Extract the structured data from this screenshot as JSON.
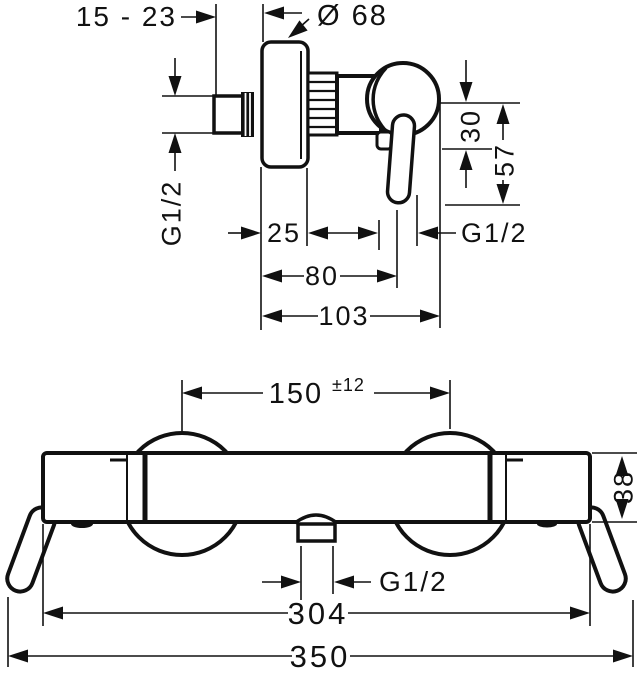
{
  "drawing": {
    "type": "technical-dimension-drawing",
    "colors": {
      "line": "#111111",
      "background": "#ffffff"
    },
    "top_view": {
      "description": "side view of single-lever shower mixer",
      "wall_range": "15 - 23",
      "escutcheon_diameter": "Ø 68",
      "inlet_thread": "G1/2",
      "handle_offset": "30",
      "handle_height": "57",
      "escutcheon_depth": "25",
      "outlet_thread": "G1/2",
      "lever_projection": "80",
      "total_projection": "103"
    },
    "bottom_view": {
      "description": "front view of exposed thermostat bar mixer",
      "connection_distance": "150",
      "connection_tolerance": "±12",
      "body_height": "38",
      "outlet_thread": "G1/2",
      "body_width": "304",
      "total_width": "350"
    }
  }
}
